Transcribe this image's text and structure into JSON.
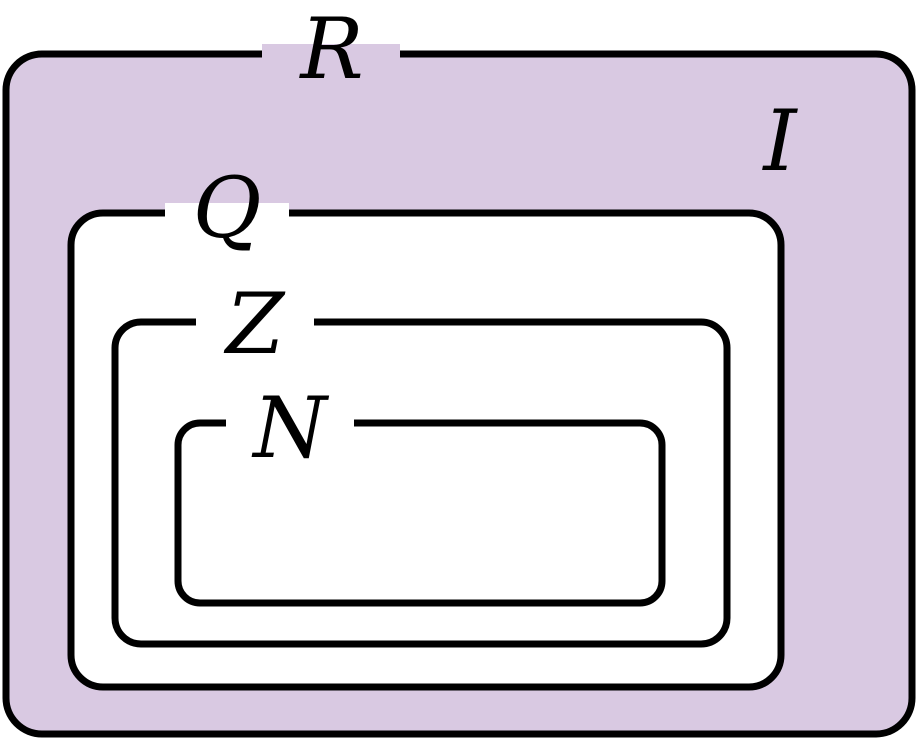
{
  "sets": {
    "reals": {
      "label": "R",
      "fill": "#d9c9e2"
    },
    "irrationals": {
      "label": "I"
    },
    "rationals": {
      "label": "Q",
      "fill": "#ffffff"
    },
    "integers": {
      "label": "Z",
      "fill": "#ffffff"
    },
    "naturals": {
      "label": "N",
      "fill": "#ffffff"
    }
  },
  "colors": {
    "outline": "#000000",
    "real_region": "#d9c9e2",
    "inner_region": "#ffffff"
  }
}
